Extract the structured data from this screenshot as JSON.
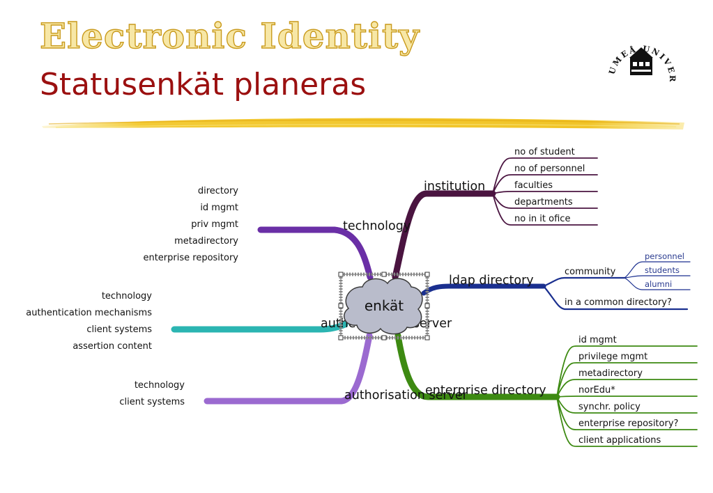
{
  "header": {
    "title": "Electronic Identity",
    "subtitle": "Statusenkät planeras"
  },
  "logo": {
    "text": "UMEÅ UNIVERSITET",
    "colors": {
      "ink": "#111111"
    }
  },
  "mindmap": {
    "center": "enkät",
    "branches": [
      {
        "label": "technology",
        "color": "#6a2fa6",
        "items": [
          {
            "label": "directory"
          },
          {
            "label": "id mgmt"
          },
          {
            "label": "priv mgmt"
          },
          {
            "label": "metadirectory"
          },
          {
            "label": "enterprise repository"
          }
        ]
      },
      {
        "label": "authentication server",
        "color": "#2bb5b2",
        "items": [
          {
            "label": "technology"
          },
          {
            "label": "authentication mechanisms"
          },
          {
            "label": "client systems"
          },
          {
            "label": "assertion content"
          }
        ]
      },
      {
        "label": "authorisation server",
        "color": "#9b6ad0",
        "items": [
          {
            "label": "technology"
          },
          {
            "label": "client systems"
          }
        ]
      },
      {
        "label": "institution",
        "color": "#4a1440",
        "items": [
          {
            "label": "no of student"
          },
          {
            "label": "no of personnel"
          },
          {
            "label": "faculties"
          },
          {
            "label": "departments"
          },
          {
            "label": "no in it ofice"
          }
        ]
      },
      {
        "label": "ldap directory",
        "color": "#1a2f8f",
        "items": [
          {
            "label": "community",
            "children": [
              "personnel",
              "students",
              "alumni"
            ]
          },
          {
            "label": "in a common directory?"
          }
        ]
      },
      {
        "label": "enterprise directory",
        "color": "#3d8a12",
        "items": [
          {
            "label": "id mgmt"
          },
          {
            "label": "privilege mgmt"
          },
          {
            "label": "metadirectory"
          },
          {
            "label": "norEdu*"
          },
          {
            "label": "synchr. policy"
          },
          {
            "label": "enterprise repository?"
          },
          {
            "label": "client applications"
          }
        ]
      }
    ]
  }
}
